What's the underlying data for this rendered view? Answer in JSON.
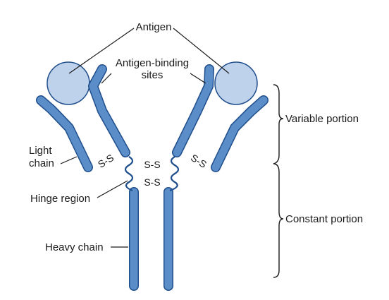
{
  "labels": {
    "antigen": "Antigen",
    "binding_sites_line1": "Antigen-binding",
    "binding_sites_line2": "sites",
    "light_chain_line1": "Light",
    "light_chain_line2": "chain",
    "hinge_region": "Hinge region",
    "heavy_chain": "Heavy chain",
    "variable_portion": "Variable portion",
    "constant_portion": "Constant portion",
    "disulfide_left": "S-S",
    "disulfide_right": "S-S",
    "disulfide_hinge_top": "S-S",
    "disulfide_hinge_bottom": "S-S"
  },
  "colors": {
    "chain_fill": "#5b8ec9",
    "chain_stroke": "#1f4e8c",
    "antigen_fill": "#bfd2ec",
    "antigen_stroke": "#1f4e8c",
    "line": "#1a1a1a"
  }
}
